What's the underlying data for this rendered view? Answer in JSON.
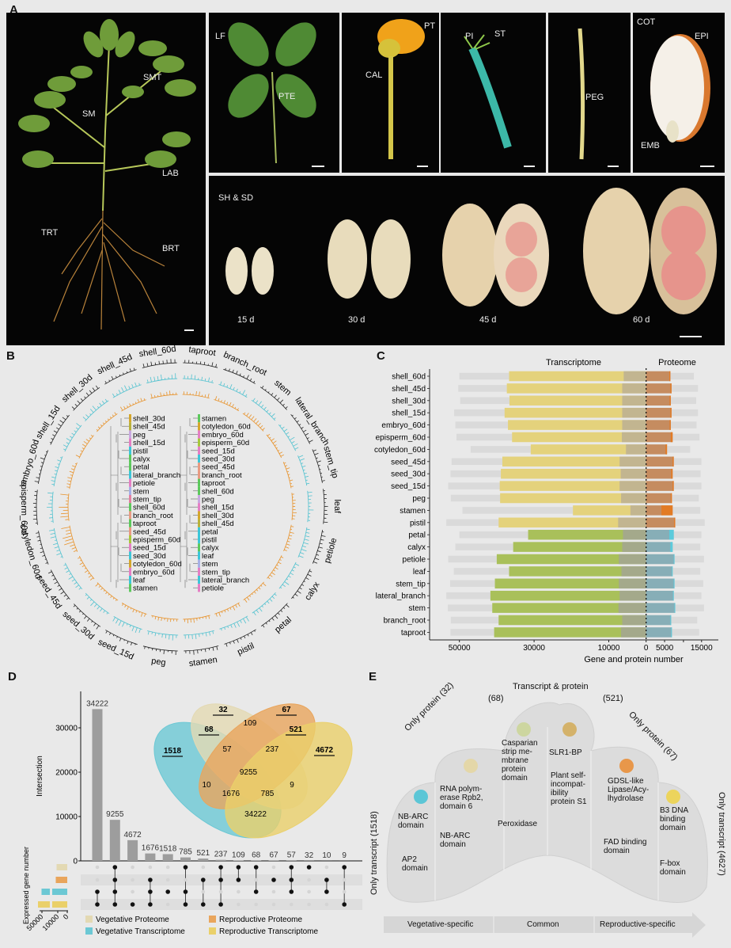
{
  "panels": {
    "a": "A",
    "b": "B",
    "c": "C",
    "d": "D",
    "e": "E"
  },
  "panel_a": {
    "plant_labels": [
      "SMT",
      "SM",
      "LAB",
      "TRT",
      "BRT"
    ],
    "leaf_labels": [
      "LF",
      "PTE"
    ],
    "flower_labels": [
      "PT",
      "CAL"
    ],
    "pistil_labels": [
      "PI",
      "ST"
    ],
    "peg_labels": [
      "PEG"
    ],
    "seed_labels": [
      "COT",
      "EPI",
      "EMB"
    ],
    "pod_title": "SH & SD",
    "pod_stages": [
      "15 d",
      "30 d",
      "45 d",
      "60 d"
    ]
  },
  "panel_b": {
    "outer_labels": [
      "taproot",
      "branch_root",
      "stem",
      "lateral_branch",
      "stem_tip",
      "leaf",
      "petiole",
      "calyx",
      "petal",
      "pistil",
      "stamen",
      "peg",
      "seed_15d",
      "seed_30d",
      "seed_45d",
      "cotyledon_60d",
      "episperm_60d",
      "embryo_60d",
      "shell_15d",
      "shell_30d",
      "shell_45d",
      "shell_60d"
    ],
    "left_tree": [
      {
        "name": "shell_30d",
        "color": "#d4a72c"
      },
      {
        "name": "shell_45d",
        "color": "#b9b23a"
      },
      {
        "name": "peg",
        "color": "#c8a8e0"
      },
      {
        "name": "shell_15d",
        "color": "#e47fc4"
      },
      {
        "name": "pistil",
        "color": "#3cc6d8"
      },
      {
        "name": "calyx",
        "color": "#5cc95c"
      },
      {
        "name": "petal",
        "color": "#5cc95c"
      },
      {
        "name": "lateral_branch",
        "color": "#3cc6d8"
      },
      {
        "name": "petiole",
        "color": "#e47fc4"
      },
      {
        "name": "stem",
        "color": "#a7b0e6"
      },
      {
        "name": "stem_tip",
        "color": "#e37fa0"
      },
      {
        "name": "shell_60d",
        "color": "#5cc95c"
      },
      {
        "name": "branch_root",
        "color": "#e89a82"
      },
      {
        "name": "taproot",
        "color": "#5cc95c"
      },
      {
        "name": "seed_45d",
        "color": "#e89a82"
      },
      {
        "name": "episperm_60d",
        "color": "#a7c93a"
      },
      {
        "name": "seed_15d",
        "color": "#e47fc4"
      },
      {
        "name": "seed_30d",
        "color": "#3cc6d8"
      },
      {
        "name": "cotyledon_60d",
        "color": "#d4a72c"
      },
      {
        "name": "embryo_60d",
        "color": "#e47fc4"
      },
      {
        "name": "leaf",
        "color": "#3cc6d8"
      },
      {
        "name": "stamen",
        "color": "#5cc95c"
      }
    ],
    "right_tree": [
      {
        "name": "stamen",
        "color": "#5cc95c"
      },
      {
        "name": "cotyledon_60d",
        "color": "#d4a72c"
      },
      {
        "name": "embryo_60d",
        "color": "#e47fc4"
      },
      {
        "name": "episperm_60d",
        "color": "#a7c93a"
      },
      {
        "name": "seed_15d",
        "color": "#e47fc4"
      },
      {
        "name": "seed_30d",
        "color": "#3cc6d8"
      },
      {
        "name": "seed_45d",
        "color": "#e89a82"
      },
      {
        "name": "branch_root",
        "color": "#e89a82"
      },
      {
        "name": "taproot",
        "color": "#5cc95c"
      },
      {
        "name": "shell_60d",
        "color": "#5cc95c"
      },
      {
        "name": "peg",
        "color": "#c8a8e0"
      },
      {
        "name": "shell_15d",
        "color": "#e47fc4"
      },
      {
        "name": "shell_30d",
        "color": "#d4a72c"
      },
      {
        "name": "shell_45d",
        "color": "#b9b23a"
      },
      {
        "name": "petal",
        "color": "#3cc6d8"
      },
      {
        "name": "pistil",
        "color": "#3cc6d8"
      },
      {
        "name": "calyx",
        "color": "#5cc95c"
      },
      {
        "name": "leaf",
        "color": "#3cc6d8"
      },
      {
        "name": "stem",
        "color": "#a7b0e6"
      },
      {
        "name": "stem_tip",
        "color": "#e47fc4"
      },
      {
        "name": "lateral_branch",
        "color": "#3cc6d8"
      },
      {
        "name": "petiole",
        "color": "#e47fc4"
      }
    ],
    "ring_colors": {
      "outer": "#222222",
      "middle": "#4fc1cf",
      "inner": "#e8922a"
    }
  },
  "chart_data": [
    {
      "type": "bar",
      "title": "",
      "header_left": "Transcriptome",
      "header_right": "Proteome",
      "xlabel": "Gene and protein number",
      "xticks": [
        "50000",
        "30000",
        "10000",
        "0",
        "5000",
        "15000"
      ],
      "xtick_values": [
        -50000,
        -30000,
        -10000,
        0,
        5000,
        15000
      ],
      "colors": {
        "repro_transcript": "#e4d27c",
        "veg_transcript": "#a9c05a",
        "repro_shared": "#c2b590",
        "veg_shared": "#a4a98b",
        "repro_protein": "#c58c60",
        "repro_specific": "#e27b25",
        "veg_protein": "#87aeb7",
        "veg_specific": "#5ccbdc",
        "background": "#dadada"
      },
      "rows": [
        {
          "name": "shell_60d",
          "group": "reproductive",
          "total_genes": 50000,
          "transcripts": 36700,
          "shared": 6000,
          "proteins": 6500,
          "protein_specific": 300,
          "total_proteins": 12800
        },
        {
          "name": "shell_45d",
          "group": "reproductive",
          "total_genes": 50300,
          "transcripts": 37300,
          "shared": 6400,
          "proteins": 6800,
          "protein_specific": 300,
          "total_proteins": 13900
        },
        {
          "name": "shell_30d",
          "group": "reproductive",
          "total_genes": 49800,
          "transcripts": 36600,
          "shared": 6400,
          "proteins": 6600,
          "protein_specific": 300,
          "total_proteins": 13400
        },
        {
          "name": "shell_15d",
          "group": "reproductive",
          "total_genes": 51400,
          "transcripts": 37900,
          "shared": 6400,
          "proteins": 6800,
          "protein_specific": 300,
          "total_proteins": 13900
        },
        {
          "name": "embryo_60d",
          "group": "reproductive",
          "total_genes": 51100,
          "transcripts": 37000,
          "shared": 6400,
          "proteins": 6600,
          "protein_specific": 300,
          "total_proteins": 13500
        },
        {
          "name": "episperm_60d",
          "group": "reproductive",
          "total_genes": 50800,
          "transcripts": 35900,
          "shared": 6500,
          "proteins": 7100,
          "protein_specific": 500,
          "total_proteins": 14300
        },
        {
          "name": "cotyledon_60d",
          "group": "reproductive",
          "total_genes": 47000,
          "transcripts": 30900,
          "shared": 5400,
          "proteins": 5600,
          "protein_specific": 400,
          "total_proteins": 11800
        },
        {
          "name": "seed_45d",
          "group": "reproductive",
          "total_genes": 52100,
          "transcripts": 38500,
          "shared": 7100,
          "proteins": 7400,
          "protein_specific": 300,
          "total_proteins": 14800
        },
        {
          "name": "seed_30d",
          "group": "reproductive",
          "total_genes": 52400,
          "transcripts": 38900,
          "shared": 6800,
          "proteins": 7100,
          "protein_specific": 400,
          "total_proteins": 14600
        },
        {
          "name": "seed_15d",
          "group": "reproductive",
          "total_genes": 53000,
          "transcripts": 39200,
          "shared": 7100,
          "proteins": 7400,
          "protein_specific": 300,
          "total_proteins": 14800
        },
        {
          "name": "peg",
          "group": "reproductive",
          "total_genes": 52300,
          "transcripts": 39100,
          "shared": 6700,
          "proteins": 6900,
          "protein_specific": 300,
          "total_proteins": 14100
        },
        {
          "name": "stamen",
          "group": "reproductive",
          "total_genes": 49200,
          "transcripts": 19600,
          "shared": 4200,
          "proteins": 7100,
          "protein_specific": 3000,
          "total_proteins": 14500
        },
        {
          "name": "pistil",
          "group": "reproductive",
          "total_genes": 53500,
          "transcripts": 39500,
          "shared": 7500,
          "proteins": 7800,
          "protein_specific": 300,
          "total_proteins": 15700
        },
        {
          "name": "petal",
          "group": "vegetative",
          "total_genes": 50000,
          "transcripts": 31600,
          "shared": 6200,
          "proteins": 7400,
          "protein_specific": 1200,
          "total_proteins": 14800
        },
        {
          "name": "calyx",
          "group": "vegetative",
          "total_genes": 51100,
          "transcripts": 35600,
          "shared": 6400,
          "proteins": 7100,
          "protein_specific": 600,
          "total_proteins": 14500
        },
        {
          "name": "petiole",
          "group": "vegetative",
          "total_genes": 53000,
          "transcripts": 40000,
          "shared": 7300,
          "proteins": 7600,
          "protein_specific": 200,
          "total_proteins": 15500
        },
        {
          "name": "leaf",
          "group": "vegetative",
          "total_genes": 51500,
          "transcripts": 36700,
          "shared": 6600,
          "proteins": 7100,
          "protein_specific": 200,
          "total_proteins": 14500
        },
        {
          "name": "stem_tip",
          "group": "vegetative",
          "total_genes": 52500,
          "transcripts": 40500,
          "shared": 7300,
          "proteins": 7600,
          "protein_specific": 200,
          "total_proteins": 15300
        },
        {
          "name": "lateral_branch",
          "group": "vegetative",
          "total_genes": 53500,
          "transcripts": 41700,
          "shared": 7100,
          "proteins": 7400,
          "protein_specific": 200,
          "total_proteins": 14800
        },
        {
          "name": "stem",
          "group": "vegetative",
          "total_genes": 53100,
          "transcripts": 41200,
          "shared": 7400,
          "proteins": 7800,
          "protein_specific": 200,
          "total_proteins": 15500
        },
        {
          "name": "branch_root",
          "group": "vegetative",
          "total_genes": 52300,
          "transcripts": 39500,
          "shared": 6400,
          "proteins": 6700,
          "protein_specific": 200,
          "total_proteins": 13700
        },
        {
          "name": "taproot",
          "group": "vegetative",
          "total_genes": 52400,
          "transcripts": 40700,
          "shared": 6700,
          "proteins": 6900,
          "protein_specific": 200,
          "total_proteins": 14200
        }
      ]
    },
    {
      "type": "bar",
      "title": "",
      "ylabel": "Intersection",
      "set_size_label": "Expressed gene number",
      "yticks": [
        "0",
        "10000",
        "20000",
        "30000"
      ],
      "ytick_values": [
        0,
        10000,
        20000,
        30000
      ],
      "set_size_ticks": [
        "50000",
        "10000",
        "0"
      ],
      "sets": [
        {
          "name": "Vegetative Proteome",
          "color": "#e3d9b3",
          "size": 13000
        },
        {
          "name": "Reproductive Proteome",
          "color": "#e9a55c",
          "size": 15000
        },
        {
          "name": "Vegetative Transcriptome",
          "color": "#6cc8d4",
          "size": 51000
        },
        {
          "name": "Reproductive Transcriptome",
          "color": "#ead06a",
          "size": 60000
        }
      ],
      "intersections": [
        {
          "label": "34222",
          "value": 34222,
          "members": [
            2,
            3
          ]
        },
        {
          "label": "9255",
          "value": 9255,
          "members": [
            0,
            1,
            2,
            3
          ]
        },
        {
          "label": "4672",
          "value": 4672,
          "members": [
            3
          ]
        },
        {
          "label": "1676",
          "value": 1676,
          "members": [
            1,
            2,
            3
          ]
        },
        {
          "label": "1518",
          "value": 1518,
          "members": [
            2
          ]
        },
        {
          "label": "785",
          "value": 785,
          "members": [
            0,
            2,
            3
          ]
        },
        {
          "label": "521",
          "value": 521,
          "members": [
            1,
            3
          ]
        },
        {
          "label": "237",
          "value": 237,
          "members": [
            0,
            1,
            3
          ]
        },
        {
          "label": "109",
          "value": 109,
          "members": [
            0,
            1
          ]
        },
        {
          "label": "68",
          "value": 68,
          "members": [
            0,
            2
          ]
        },
        {
          "label": "67",
          "value": 67,
          "members": [
            1
          ]
        },
        {
          "label": "57",
          "value": 57,
          "members": [
            0,
            1,
            2
          ]
        },
        {
          "label": "32",
          "value": 32,
          "members": [
            0
          ]
        },
        {
          "label": "10",
          "value": 10,
          "members": [
            1,
            2
          ]
        },
        {
          "label": "9",
          "value": 9,
          "members": [
            0,
            3
          ]
        }
      ],
      "venn_regions": [
        {
          "label": "32",
          "underlined": true
        },
        {
          "label": "67",
          "underlined": true
        },
        {
          "label": "109",
          "underlined": false
        },
        {
          "label": "68",
          "underlined": true
        },
        {
          "label": "521",
          "underlined": true
        },
        {
          "label": "1518",
          "underlined": true
        },
        {
          "label": "57",
          "underlined": false
        },
        {
          "label": "237",
          "underlined": false
        },
        {
          "label": "4672",
          "underlined": true
        },
        {
          "label": "9255",
          "underlined": false
        },
        {
          "label": "10",
          "underlined": false
        },
        {
          "label": "1676",
          "underlined": false
        },
        {
          "label": "785",
          "underlined": false
        },
        {
          "label": "9",
          "underlined": false
        },
        {
          "label": "34222",
          "underlined": false
        }
      ]
    }
  ],
  "panel_e": {
    "top_title": "Transcript & protein",
    "count_68": "(68)",
    "count_521": "(521)",
    "only_protein_left": "Only protein (32)",
    "only_protein_right": "Only protein (67)",
    "only_transcript_left": "Only transcript (1518)",
    "only_transcript_right": "Only transcript (4627)",
    "dot_colors": [
      "#5cc6d6",
      "#e4d7a8",
      "#cdd6a0",
      "#d4b26a",
      "#e8974a",
      "#ecd45c"
    ],
    "domains": {
      "vt_1": "NB-ARC domain",
      "vt_2": "AP2 domain",
      "vp_1": "RNA polym-erase Rpb2, domain 6",
      "vp_2": "NB-ARC domain",
      "c68_1": "Casparian strip me-mbrane protein domain",
      "c68_2": "Peroxidase",
      "c521_1": "SLR1-BP",
      "c521_2": "Plant self-incompat-ibility protein S1",
      "rp_1": "GDSL-like Lipase/Acy-lhydrolase",
      "rp_2": "FAD binding domain",
      "rt_1": "B3 DNA binding domain",
      "rt_2": "F-box domain"
    },
    "arrow_labels": [
      "Vegetative-specific",
      "Common",
      "Reproductive-specific"
    ]
  }
}
